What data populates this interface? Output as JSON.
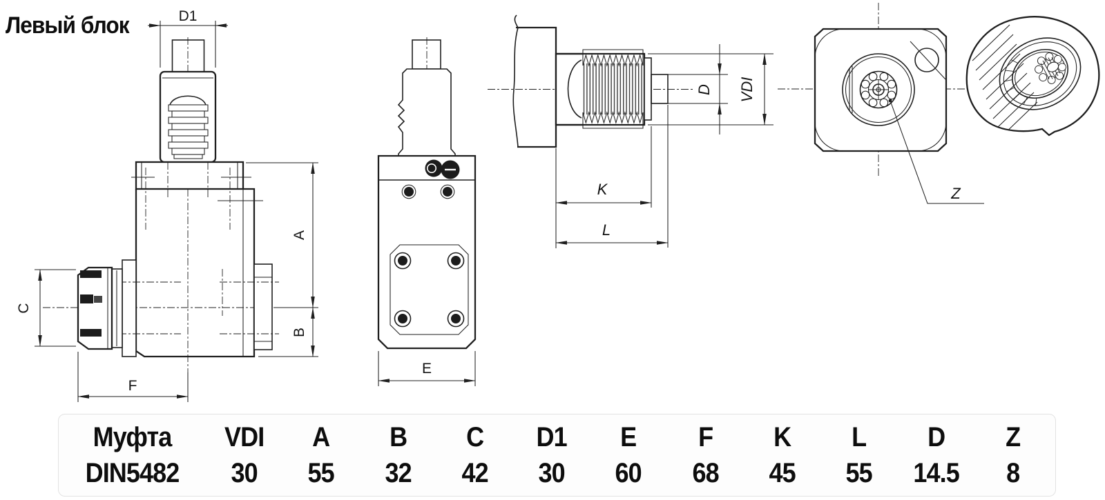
{
  "title": "Левый блок",
  "drawing": {
    "views": {
      "side": {
        "dims": {
          "d1": "D1",
          "a": "A",
          "b": "B",
          "c": "C",
          "f": "F"
        }
      },
      "front": {
        "dims": {
          "e": "E"
        }
      },
      "shank": {
        "dims": {
          "d": "D",
          "vdi": "VDI",
          "k": "K",
          "l": "L"
        }
      },
      "rear": {
        "dims": {
          "z": "Z"
        }
      }
    }
  },
  "table": {
    "columns": [
      "Муфта",
      "VDI",
      "A",
      "B",
      "C",
      "D1",
      "E",
      "F",
      "K",
      "L",
      "D",
      "Z"
    ],
    "values": [
      "DIN5482",
      "30",
      "55",
      "32",
      "42",
      "30",
      "60",
      "68",
      "45",
      "55",
      "14.5",
      "8"
    ]
  },
  "colors": {
    "line": "#1f1f1f",
    "dark_fill": "#1c1c1c",
    "table_border": "#e2e2e2",
    "background": "#ffffff"
  }
}
